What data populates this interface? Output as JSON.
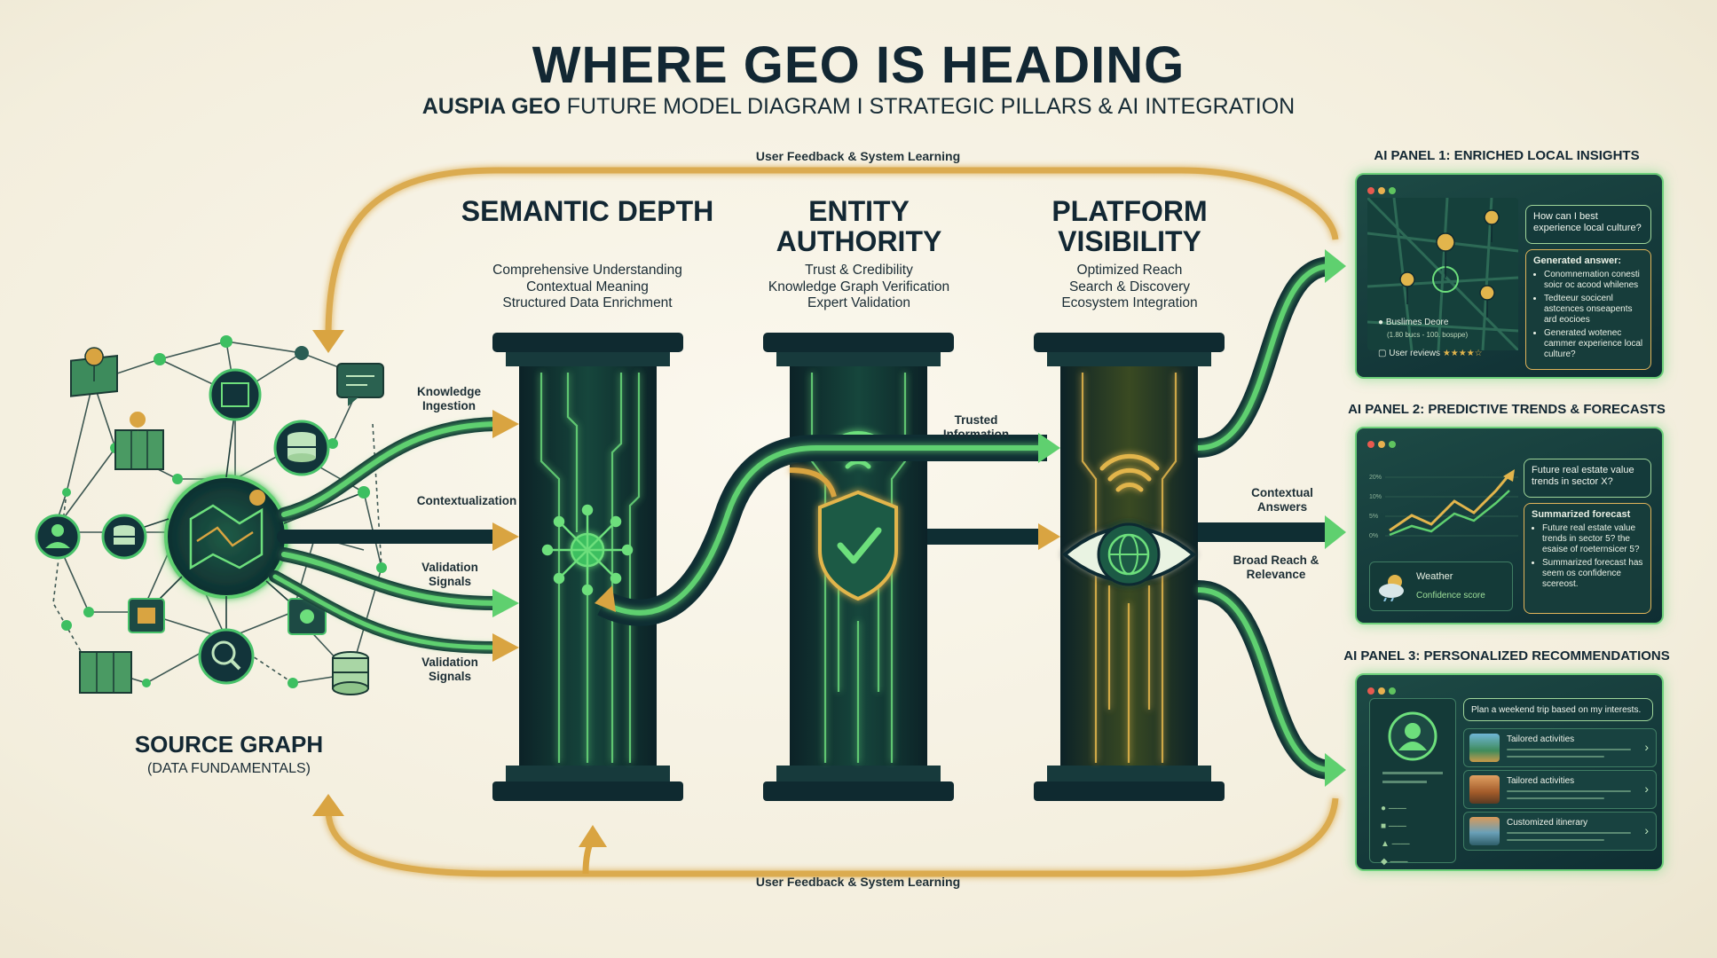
{
  "title": "WHERE GEO IS HEADING",
  "subtitle_brand": "AUSPIA GEO",
  "subtitle_rest": "FUTURE MODEL DIAGRAM I STRATEGIC PILLARS & AI INTEGRATION",
  "feedback_top": "User Feedback & System Learning",
  "feedback_bottom": "User Feedback & System Learning",
  "source": {
    "title": "SOURCE GRAPH",
    "subtitle": "(DATA FUNDAMENTALS)"
  },
  "flow_labels": {
    "knowledge": "Knowledge Ingestion",
    "context": "Contextualization",
    "validation1": "Validation Signals",
    "validation2": "Validation Signals",
    "trusted": "Trusted Information",
    "contextual_answers": "Contextual Answers",
    "broad_reach": "Broad Reach & Relevance"
  },
  "pillars": [
    {
      "title": "SEMANTIC DEPTH",
      "lines": [
        "Comprehensive Understanding",
        "Contextual Meaning",
        "Structured Data Enrichment"
      ]
    },
    {
      "title": "ENTITY AUTHORITY",
      "lines": [
        "Trust & Credibility",
        "Knowledge Graph Verification",
        "Expert Validation"
      ]
    },
    {
      "title": "PLATFORM VISIBILITY",
      "lines": [
        "Optimized Reach",
        "Search & Discovery",
        "Ecosystem Integration"
      ]
    }
  ],
  "panels": {
    "p1": {
      "heading": "AI PANEL 1: ENRICHED LOCAL INSIGHTS",
      "question": "How can I best experience local culture?",
      "answer_title": "Generated answer:",
      "answer_items": [
        "Conomnemation conesti soicr oc acood whilenes",
        "Tedteeur socicenl astcences onseapents ard eocioes",
        "Generated wotenec cammer experience local culture?"
      ],
      "business": "Buslimes Deore",
      "business_meta": "(1.80 bucs - 100. bosppe)",
      "reviews": "User reviews",
      "stars": "★★★★☆"
    },
    "p2": {
      "heading": "AI PANEL 2: PREDICTIVE TRENDS & FORECASTS",
      "question": "Future real estate value trends in sector X?",
      "answer_title": "Summarized forecast",
      "answer_items": [
        "Future real estate value trends in sector 5? the esaise of roeternsicer 5?",
        "Summarized forecast has seem os confidence scereost."
      ],
      "weather": "Weather",
      "confidence": "Confidence score",
      "y_ticks": [
        "20%",
        "10%",
        "5%",
        "0%"
      ]
    },
    "p3": {
      "heading": "AI PANEL 3: PERSONALIZED RECOMMENDATIONS",
      "prompt": "Plan a weekend trip based on my interests.",
      "items": [
        "Tailored activities",
        "Tailored activities",
        "Customized itinerary"
      ]
    }
  },
  "colors": {
    "navy": "#122733",
    "green": "#4fd16b",
    "gold": "#d9a441",
    "cream": "#f5f1e4"
  }
}
